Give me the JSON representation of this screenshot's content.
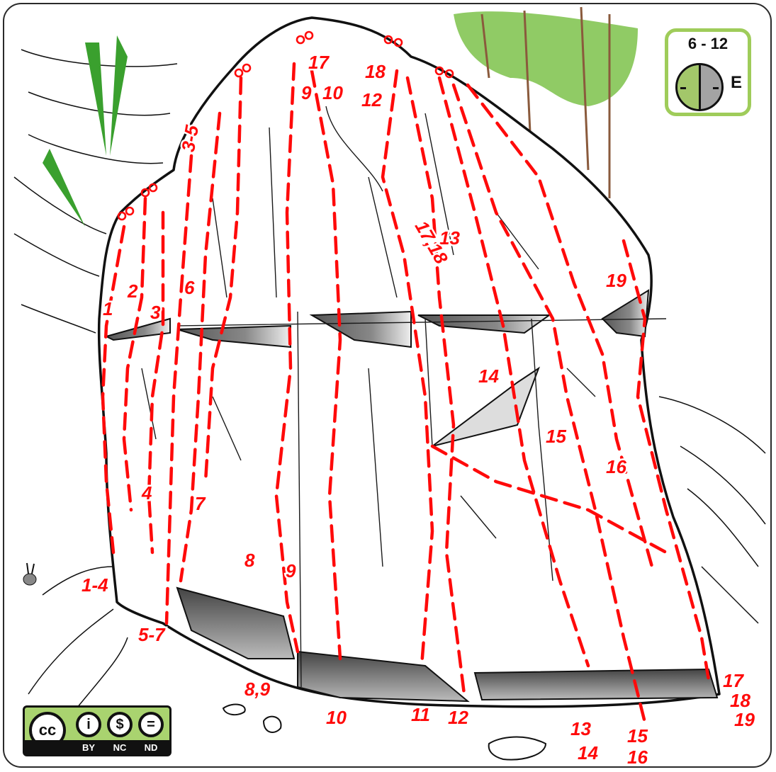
{
  "badge": {
    "grade_range": "6 - 12",
    "orientation": "E",
    "colors": {
      "border": "#9fcc5a",
      "sun": "#a3c76a",
      "shade": "#a3a3a3"
    }
  },
  "license": {
    "main": "cc",
    "icons": [
      "i",
      "$",
      "="
    ],
    "tags": [
      "BY",
      "NC",
      "ND"
    ],
    "colors": {
      "background": "#a9d36f",
      "bar": "#111111"
    }
  },
  "route_color": "#ff0a0a",
  "route_labels": [
    "1",
    "2",
    "3",
    "3-5",
    "4",
    "6",
    "7",
    "1-4",
    "5-7",
    "8",
    "9",
    "8,9",
    "9",
    "10",
    "10",
    "11",
    "12",
    "12",
    "13",
    "13",
    "14",
    "14",
    "15",
    "15",
    "16",
    "16",
    "17",
    "17,18",
    "18",
    "17",
    "18",
    "19",
    "19"
  ]
}
